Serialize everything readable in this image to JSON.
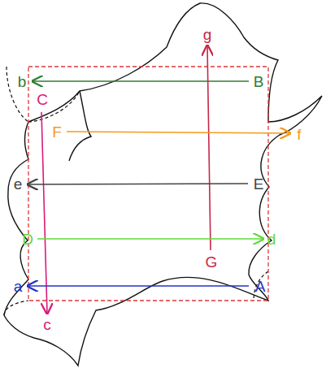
{
  "diagram": {
    "labels": [
      "g",
      "b",
      "B",
      "C",
      "F",
      "f",
      "e",
      "E",
      "D",
      "d",
      "G",
      "a",
      "A",
      "c"
    ]
  }
}
